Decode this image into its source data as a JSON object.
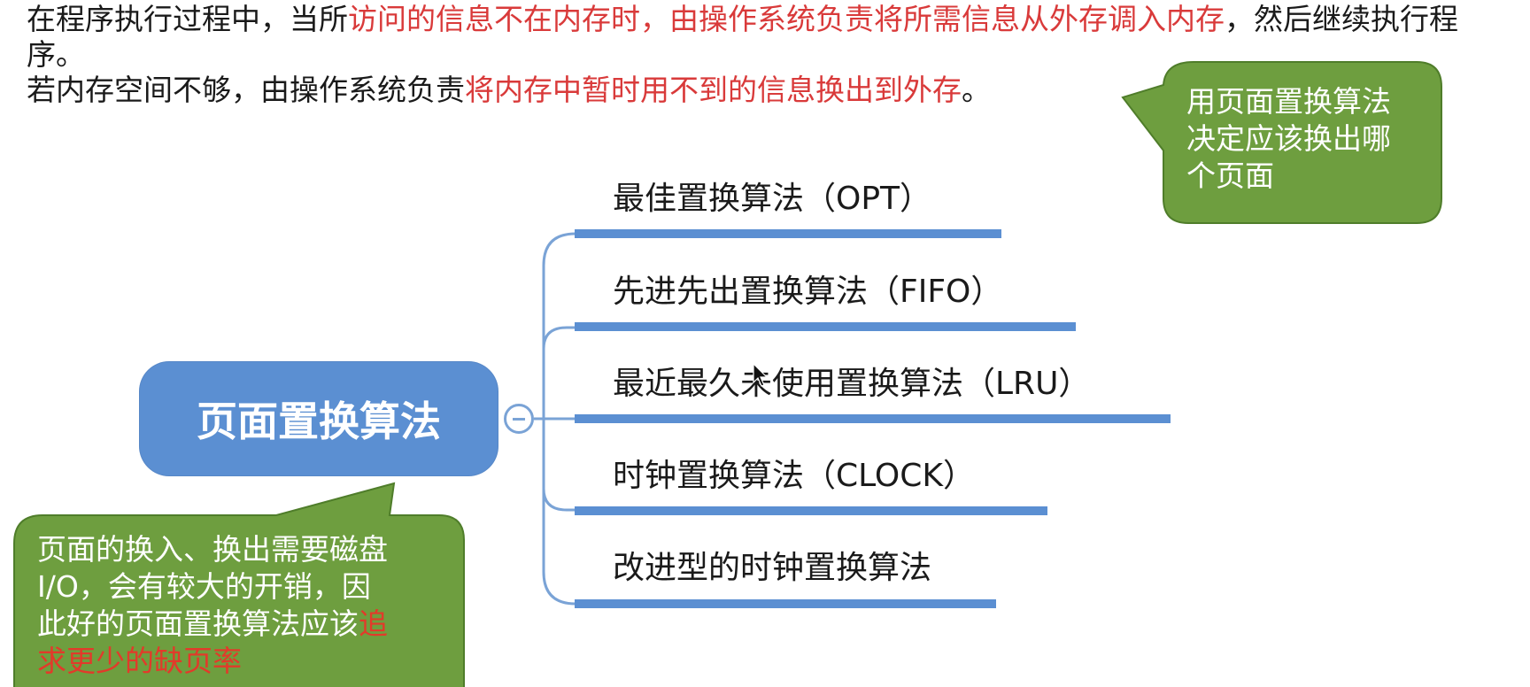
{
  "intro": {
    "line1_plain_a": "在程序执行过程中，当所",
    "line1_red": "访问的信息不在内存时，由操作系统负责将所需信息从外存调入内存",
    "line1_plain_b": "，然后继续执行程序。",
    "line2_plain_a": "若内存空间不够，由操作系统负责",
    "line2_red": "将内存中暂时用不到的信息换出到外存",
    "line2_plain_b": "。"
  },
  "mindmap": {
    "central": "页面置换算法",
    "branches": [
      {
        "label": "最佳置换算法（OPT）"
      },
      {
        "label": "先进先出置换算法（FIFO）"
      },
      {
        "label": "最近最久未使用置换算法（LRU）"
      },
      {
        "label": "时钟置换算法（CLOCK）"
      },
      {
        "label": "改进型的时钟置换算法"
      }
    ]
  },
  "callouts": {
    "top_right": {
      "line1": "用页面置换算法",
      "line2": "决定应该换出哪",
      "line3": "个页面"
    },
    "bottom_left": {
      "line1": "页面的换入、换出需要磁盘",
      "line2": "I/O，会有较大的开销，因",
      "line3_plain": "此好的页面置换算法应该",
      "line3_red": "追",
      "line4_red": "求更少的缺页率"
    }
  },
  "colors": {
    "node_fill": "#5b8fd2",
    "branch_line": "#5b8fd2",
    "callout_fill": "#6e9e3f",
    "callout_border": "#4f7d2a",
    "highlight_red": "#d93a3a"
  }
}
